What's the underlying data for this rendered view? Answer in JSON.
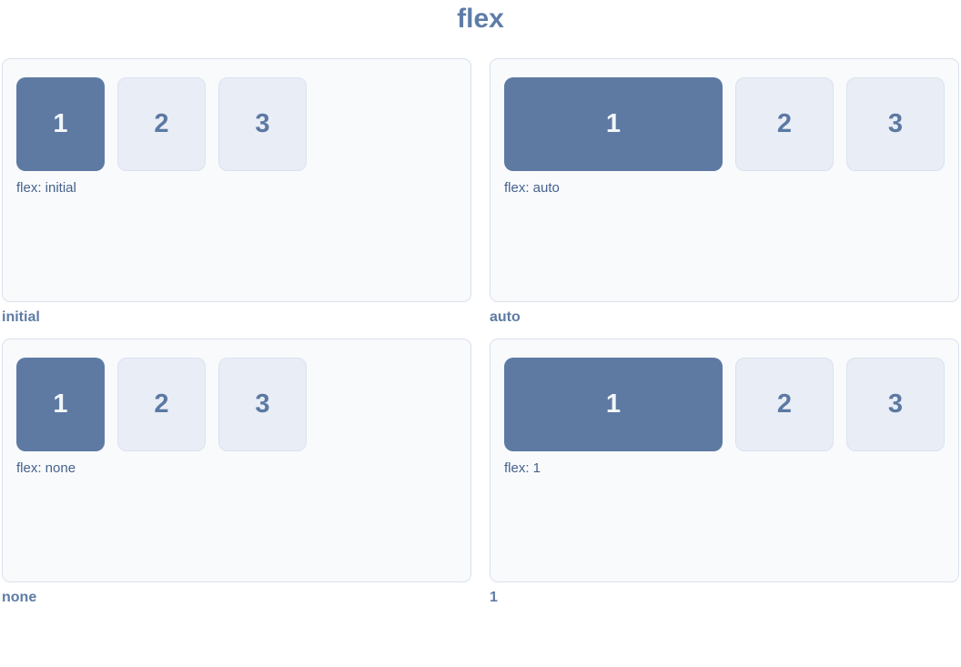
{
  "page_title": "flex",
  "panels": [
    {
      "caption": "initial",
      "label": "flex: initial",
      "items": [
        "1",
        "2",
        "3"
      ],
      "first_item_grows": false
    },
    {
      "caption": "auto",
      "label": "flex: auto",
      "items": [
        "1",
        "2",
        "3"
      ],
      "first_item_grows": true
    },
    {
      "caption": "none",
      "label": "flex: none",
      "items": [
        "1",
        "2",
        "3"
      ],
      "first_item_grows": false
    },
    {
      "caption": "1",
      "label": "flex: 1",
      "items": [
        "1",
        "2",
        "3"
      ],
      "first_item_grows": true
    }
  ],
  "colors": {
    "title": "#5d7ca9",
    "card_background": "#f8fafc",
    "card_border": "#dae1ec",
    "item_primary_background": "#5e7aa3",
    "item_primary_text": "#f3f6fa",
    "item_secondary_background": "#e9edf5",
    "item_secondary_border": "#dbe2ef",
    "item_secondary_text": "#5b79a3",
    "property_label_text": "#46628d",
    "caption_text": "#5e7ba4",
    "page_background": "#ffffff"
  }
}
